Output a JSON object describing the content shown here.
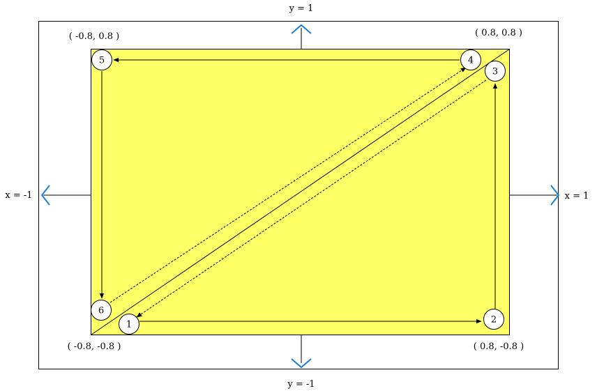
{
  "colors": {
    "quad_fill": "#ffff66",
    "quad_stroke": "#000000",
    "chevron": "#1a7fd4",
    "line": "#000000",
    "node_fill": "#ffffff"
  },
  "bounds": {
    "top_label": "y = 1",
    "bottom_label": "y = -1",
    "left_label": "x = -1",
    "right_label": "x = 1"
  },
  "corners": {
    "top_left": "( -0.8, 0.8 )",
    "top_right": "( 0.8, 0.8 )",
    "bottom_left": "( -0.8, -0.8 )",
    "bottom_right": "( 0.8, -0.8 )"
  },
  "nodes": {
    "n1": "1",
    "n2": "2",
    "n3": "3",
    "n4": "4",
    "n5": "5",
    "n6": "6"
  },
  "icons": {
    "chevron": "chevron-icon"
  }
}
